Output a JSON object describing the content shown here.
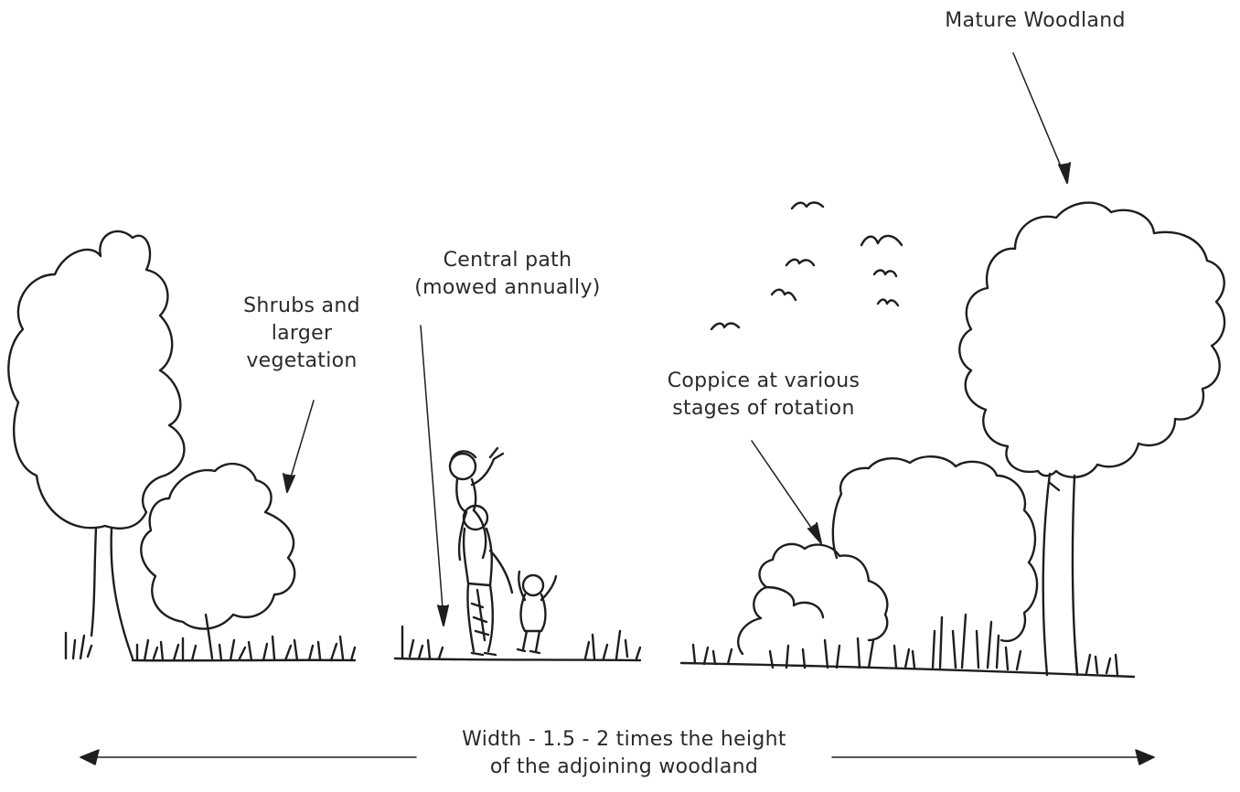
{
  "labels": {
    "mature_woodland": "Mature Woodland",
    "shrubs": [
      "Shrubs and",
      "larger",
      "vegetation"
    ],
    "central_path": [
      "Central path",
      "(mowed annually)"
    ],
    "coppice": [
      "Coppice at various",
      "stages of rotation"
    ],
    "width": [
      "Width - 1.5 - 2 times the height",
      "of the adjoining woodland"
    ]
  }
}
